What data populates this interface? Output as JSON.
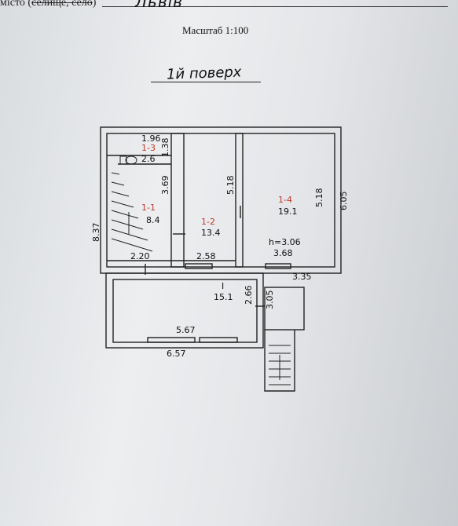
{
  "header": {
    "city_label_prefix": "місто (",
    "city_label_struck": "селище, село",
    "city_label_suffix": ")",
    "city_value": "Львів"
  },
  "scale": "Масштаб 1:100",
  "floor_title": "1й поверх",
  "rooms": [
    {
      "number": "1-3",
      "area": "2.6"
    },
    {
      "number": "1-1",
      "area": "8.4"
    },
    {
      "number": "1-2",
      "area": "13.4"
    },
    {
      "number": "1-4",
      "area": "19.1"
    },
    {
      "number": "I",
      "area": "15.1"
    }
  ],
  "dimensions": {
    "d_196": "1.96",
    "d_138": "1.38",
    "d_369": "3.69",
    "d_518a": "5.18",
    "d_518b": "5.18",
    "d_605": "6.05",
    "d_837": "8.37",
    "d_220": "2.20",
    "d_258": "2.58",
    "d_368": "3.68",
    "d_335": "3.35",
    "d_266": "2.66",
    "d_305": "3.05",
    "d_567": "5.67",
    "d_657": "6.57"
  },
  "height_note": "h=3.06"
}
